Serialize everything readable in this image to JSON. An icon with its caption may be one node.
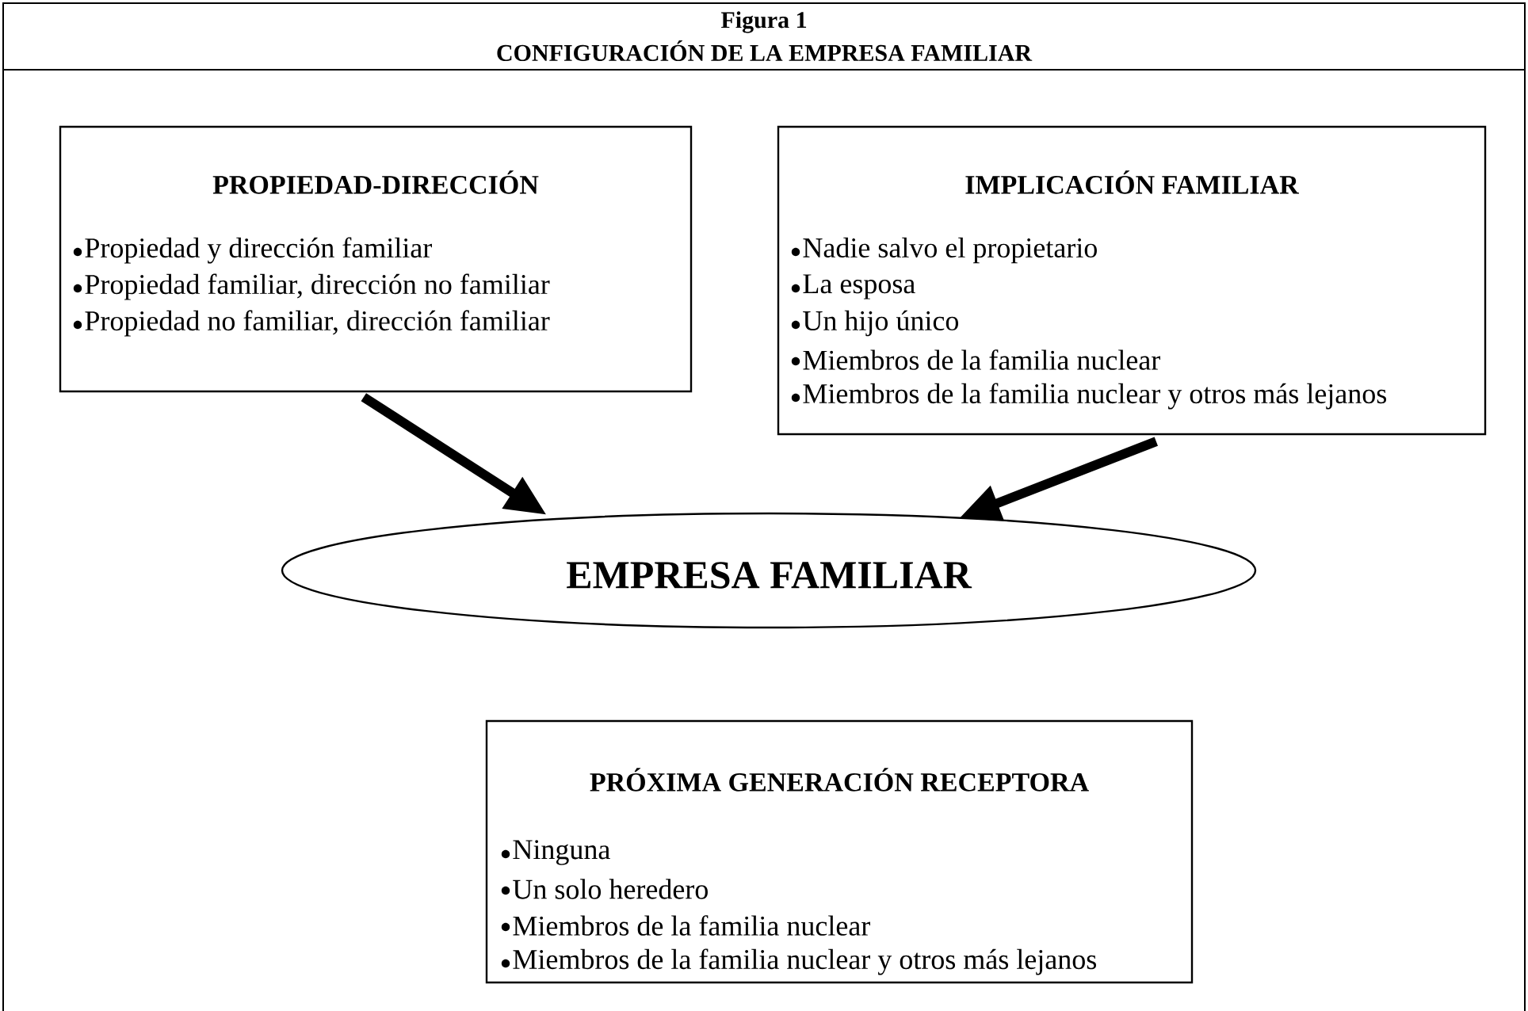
{
  "diagram": {
    "title": "CONFIGURACIÓN DE LA EMPRESA FAMILIAR",
    "nodes": [
      {
        "text": [
          "PROPIEDAD-DIRECCIÓN",
          "Propiedad y dirección familiar",
          "Propiedad familiar, dirección no familiar",
          "Propiedad no familiar, dirección familiar"
        ]
      },
      {
        "text": [
          "IMPLICACIÓN FAMILIAR",
          "Nadie salvo el propietario",
          "La esposa",
          "Un hijo único",
          "Miembros de la familia nuclear",
          "Miembros de la familia nuclear y otros más lejanos"
        ]
      },
      {
        "text": [
          "EMPRESA FAMILIAR"
        ]
      },
      {
        "text": [
          "PRÓXIMA GENERACIÓN RECEPTORA",
          "Ninguna",
          "Un solo heredero",
          "Miembros de la familia nuclear",
          "Miembros de la familia nuclear y otros más lejanos"
        ]
      }
    ],
    "edges": [
      {
        "from": 0,
        "to": 2,
        "arrow": "to"
      },
      {
        "from": 1,
        "to": 2,
        "arrow": "to"
      }
    ],
    "labels": [
      "Figura 1"
    ]
  }
}
